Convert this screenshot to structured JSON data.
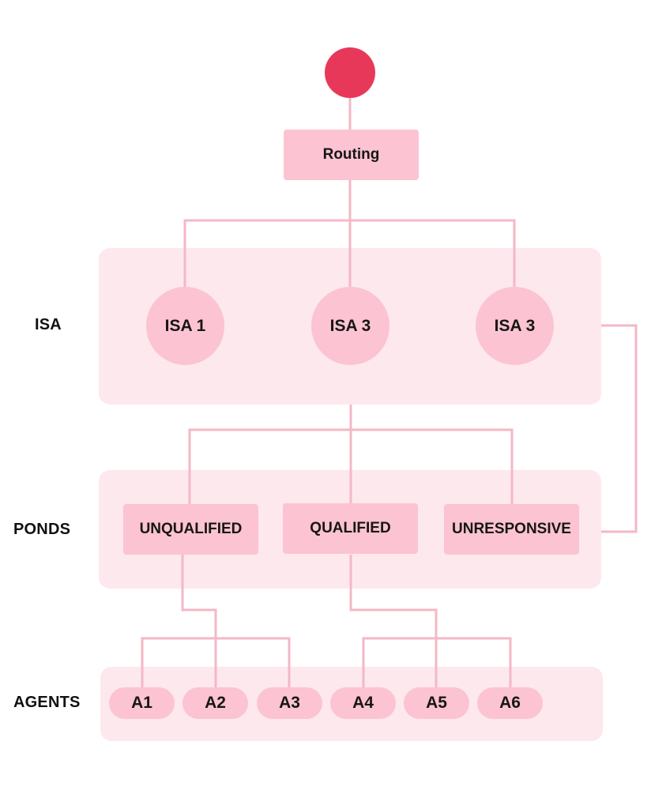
{
  "routing": {
    "label": "Routing"
  },
  "rows": {
    "isa": "ISA",
    "ponds": "PONDS",
    "agents": "AGENTS"
  },
  "isa_nodes": [
    "ISA 1",
    "ISA 3",
    "ISA 3"
  ],
  "pond_nodes": [
    "UNQUALIFIED",
    "QUALIFIED",
    "UNRESPONSIVE"
  ],
  "agent_nodes": [
    "A1",
    "A2",
    "A3",
    "A4",
    "A5",
    "A6"
  ],
  "colors": {
    "start_node": "#e8385a",
    "node_fill": "#fcc3d2",
    "band_fill": "#fde8ee",
    "connector": "#f5b7c6"
  }
}
